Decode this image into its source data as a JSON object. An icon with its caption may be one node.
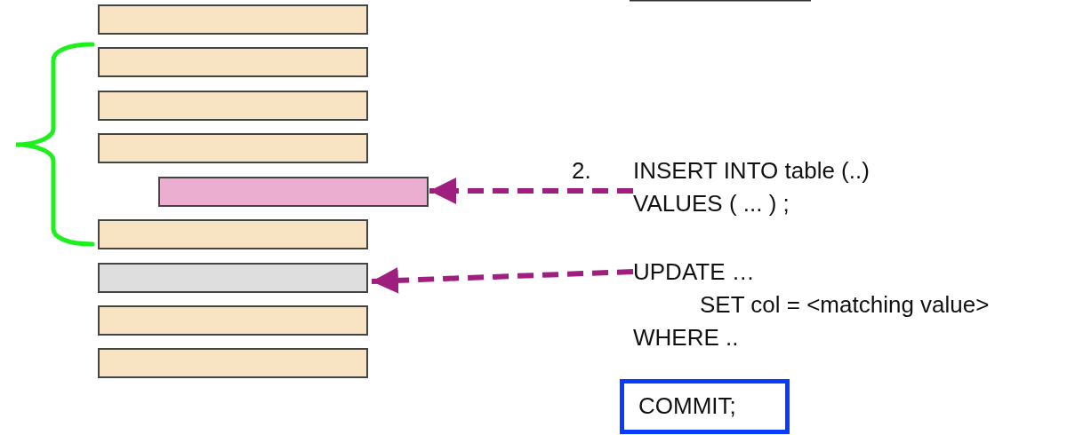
{
  "diagram": {
    "nodes": [
      {
        "text": [],
        "shape": "bar"
      },
      {
        "text": [],
        "shape": "bar"
      },
      {
        "text": [],
        "shape": "bar"
      },
      {
        "text": [],
        "shape": "bar"
      },
      {
        "text": [],
        "shape": "bar"
      },
      {
        "text": [],
        "shape": "bar"
      },
      {
        "text": [],
        "shape": "bar"
      },
      {
        "text": [],
        "shape": "bar"
      },
      {
        "text": [],
        "shape": "bar"
      },
      {
        "text": [
          "INSERT INTO table (..) VALUES ( ... ) ;"
        ]
      },
      {
        "text": [
          "UPDATE …",
          "SET col = <matching value>",
          "WHERE .."
        ]
      },
      {
        "text": [
          "COMMIT;"
        ]
      }
    ],
    "edges": [
      {
        "from": 9,
        "to": 4,
        "arrow": "to",
        "style": "dashed"
      },
      {
        "from": 10,
        "to": 6,
        "arrow": "to",
        "style": "dashed"
      }
    ],
    "labels": [
      "2."
    ]
  }
}
